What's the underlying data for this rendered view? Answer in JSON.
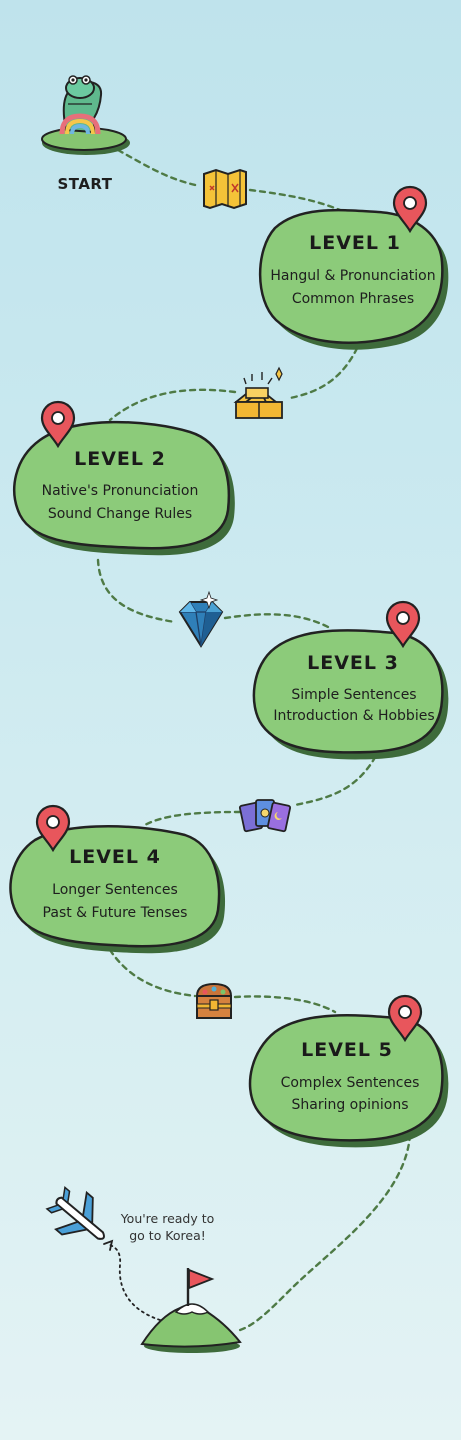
{
  "start": {
    "label": "START"
  },
  "levels": [
    {
      "title": "LEVEL 1",
      "line1": "Hangul & Pronunciation",
      "line2": "Common Phrases"
    },
    {
      "title": "LEVEL 2",
      "line1": "Native's Pronunciation",
      "line2": "Sound Change Rules"
    },
    {
      "title": "LEVEL 3",
      "line1": "Simple Sentences",
      "line2": "Introduction & Hobbies"
    },
    {
      "title": "LEVEL 4",
      "line1": "Longer Sentences",
      "line2": "Past & Future Tenses"
    },
    {
      "title": "LEVEL 5",
      "line1": "Complex Sentences",
      "line2": "Sharing opinions"
    }
  ],
  "finish": {
    "line1": "You're ready to",
    "line2": "go to Korea!"
  },
  "icons": [
    "crocodile-mascot-icon",
    "treasure-map-icon",
    "gold-bars-icon",
    "diamond-icon",
    "tarot-cards-icon",
    "treasure-chest-icon",
    "airplane-icon",
    "flag-icon",
    "location-pin-icon"
  ],
  "colors": {
    "island": "#8ccb7a",
    "island_shadow": "#4b7a46",
    "pin": "#e8565c",
    "path": "#4e7a45"
  }
}
